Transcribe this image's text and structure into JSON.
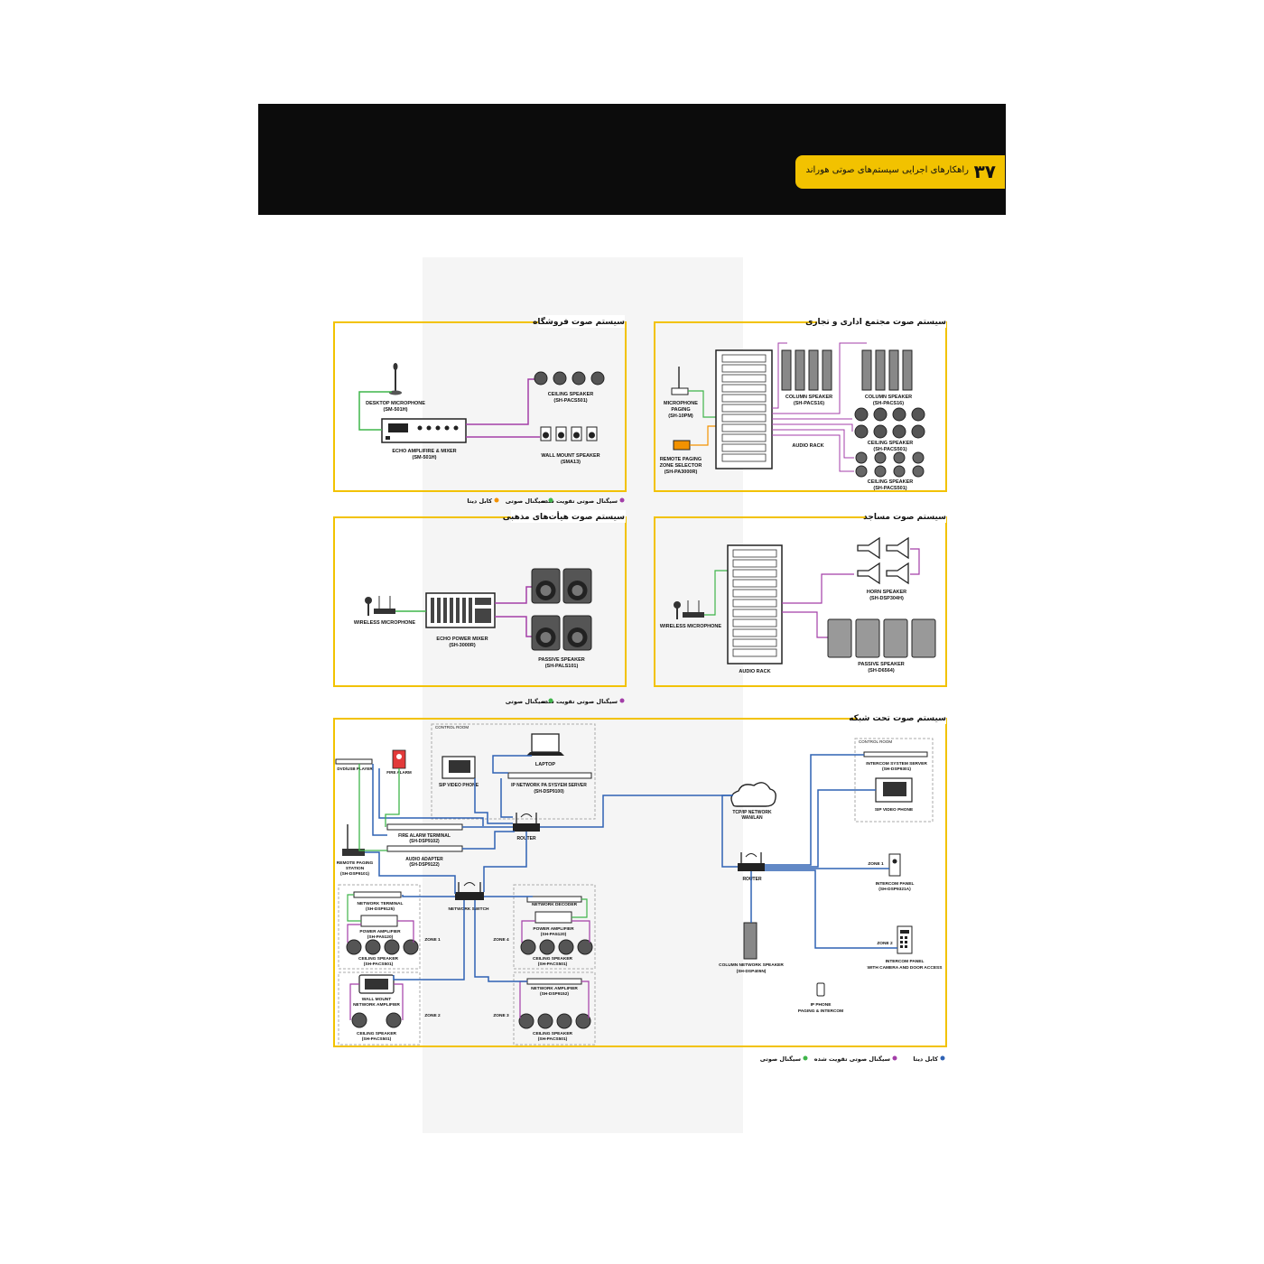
{
  "header": {
    "page_number": "۳۷",
    "subtitle": "راهکارهای اجرایی سیستم‌های صوتی هوراند"
  },
  "colors": {
    "frame": "#f2c200",
    "data_cable": "#2f62b4",
    "audio_signal": "#3fb54a",
    "amplified_signal": "#a33ea8",
    "header_band": "#0c0c0c",
    "legend_data_orange": "#f39200"
  },
  "store": {
    "title": "سیستم صوت فروشگاه",
    "desktop_mic": "DESKTOP MICROPHONE",
    "desktop_mic_model": "(SM-501H)",
    "amp": "ECHO AMPLIFIRE & MIXER",
    "amp_model": "(SM-501H)",
    "ceiling": "CEILING SPEAKER",
    "ceiling_model": "(SH-PACS501)",
    "wall": "WALL MOUNT SPEAKER",
    "wall_model": "(SMA13)"
  },
  "office": {
    "title": "سیستم صوت مجتمع اداری و تجاری",
    "mic": "MICROPHONE",
    "mic2": "PAGING",
    "mic_model": "(SH-10PM)",
    "remote": "REMOTE PAGING",
    "remote2": "ZONE SELECTOR",
    "remote_model": "(SH-PA3000R)",
    "column1": "COLUMN SPEAKER",
    "column1_model": "(SH-PACS16)",
    "column2": "COLUMN SPEAKER",
    "column2_model": "(SH-PACS16)",
    "rack": "AUDIO RACK",
    "ceiling1": "CEILING SPEAKER",
    "ceiling1_model": "(SH-PACS501)",
    "ceiling2": "CEILING SPEAKER",
    "ceiling2_model": "(SH-PACS501)"
  },
  "legend_top": {
    "amplified": "سیگنال صوتی تقویت شده",
    "audio": "سیگنال صوتی",
    "data": "کابل دیتا"
  },
  "religious": {
    "title": "سیستم صوت هیأت‌های مذهبی",
    "wireless": "WIRELESS MICROPHONE",
    "mixer": "ECHO POWER MIXER",
    "mixer_model": "(SH-3000R)",
    "passive": "PASSIVE SPEAKER",
    "passive_model": "(SH-PALS101)"
  },
  "mosque": {
    "title": "سیستم صوت مساجد",
    "wireless": "WIRELESS MICROPHONE",
    "rack": "AUDIO RACK",
    "horn": "HORN SPEAKER",
    "horn_model": "(SH-DSP304H)",
    "passive": "PASSIVE SPEAKER",
    "passive_model": "(SH-D6564)"
  },
  "legend_mid": {
    "amplified": "سیگنال صوتی تقویت شده",
    "audio": "سیگنال صوتی"
  },
  "network": {
    "title": "سیستم صوت تحت شبکه",
    "control_room": "CONTROL ROOM",
    "laptop": "LAPTOP",
    "sip_phone": "SIP VIDEO PHONE",
    "pa_server": "IP NETWORK PA SYSYEM SERVER",
    "pa_server_model": "(SH-DSP9100)",
    "dvd": "DVD/USB PLAYER",
    "fire": "FIRE ALARM",
    "fire_terminal": "FIRE ALARM TERMINAL",
    "fire_terminal_model": "(SH-DSP9102)",
    "audio_adapter": "AUDIO ADAPTER",
    "audio_adapter_model": "(SH-DSP9122)",
    "router": "ROUTER",
    "remote_station": "REMOTE PAGING",
    "remote_station2": "STATION",
    "remote_station_model": "(SH-DSP9101)",
    "network_switch": "NETWORK SWITCH",
    "net_terminal": "NETWORK TERMINAL",
    "net_terminal_model": "(SH-DSP9125)",
    "power_amp_a": "POWER AMPLIFIER",
    "power_amp_a_model": "(SH-PA5120)",
    "ceiling_a": "CEILING SPEAKER",
    "ceiling_a_model": "(SH-PACS501)",
    "zone1": "ZONE 1",
    "wall_amp": "WALL MOUNT",
    "wall_amp2": "NETWORK AMPLIFIER",
    "ceiling_b": "CEILING SPEAKER",
    "ceiling_b_model": "(SH-PACS501)",
    "zone2": "ZONE 2",
    "net_decoder": "NETWORK DECODER",
    "power_amp_c": "POWER AMPLIFIER",
    "power_amp_c_model": "(SH-PA5120)",
    "ceiling_c": "CEILING SPEAKER",
    "ceiling_c_model": "(SH-PACS501)",
    "zone4": "ZONE 4",
    "net_amp": "NETWORK AMPLIFIER",
    "net_amp_model": "(SH-DSP9152)",
    "ceiling_d": "CEILING SPEAKER",
    "ceiling_d_model": "(SH-PACS501)",
    "zone3": "ZONE 3",
    "cloud": "TCP/IP NETWORK",
    "cloud2": "WAN/LAN",
    "router2": "ROUTER",
    "column_net": "COLUMN NETWORK SPEAKER",
    "column_net_model": "(SH-DSP405N)",
    "ip_phone": "IP PHONE",
    "ip_phone2": "PAGING & INTERCOM",
    "control_room2": "CONTROL ROOM",
    "intercom_server": "INTERCOM SYSTEM SERVER",
    "intercom_server_model": "(SH-DSP9301)",
    "sip_phone2": "SIP VIDEO PHONE",
    "zone1r": "ZONE 1",
    "intercom_panel": "INTERCOM PANEL",
    "intercom_panel_model": "(SH-DSP9321A)",
    "zone2r": "ZONE 2",
    "intercom_cam": "INTERCOM PANEL",
    "intercom_cam2": "WITH CAMERA AND DOOR ACCESS"
  },
  "legend_bottom": {
    "data": "کابل دیتا",
    "amplified": "سیگنال صوتی تقویت شده",
    "audio": "سیگنال صوتی"
  }
}
